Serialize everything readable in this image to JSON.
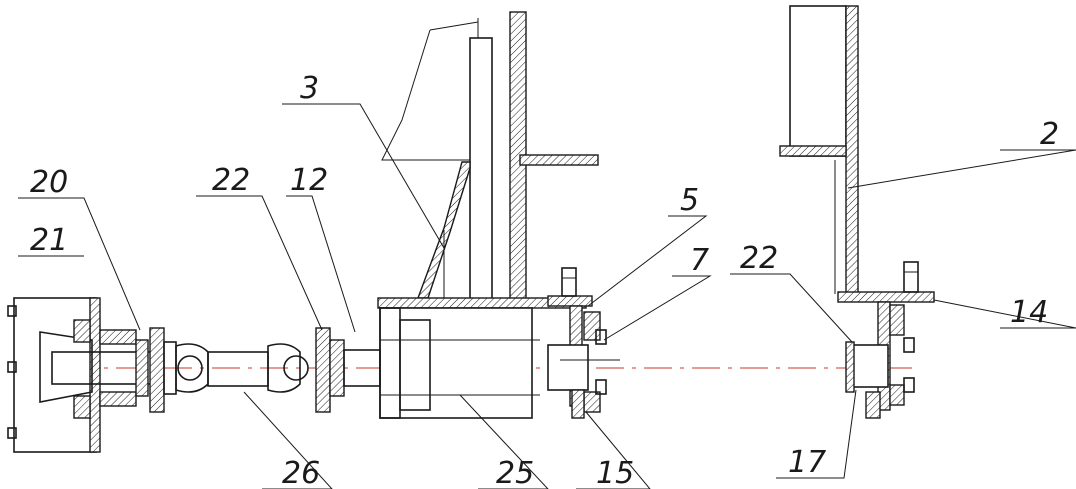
{
  "callouts": [
    {
      "id": "c20",
      "text": "20"
    },
    {
      "id": "c21",
      "text": "21"
    },
    {
      "id": "c22a",
      "text": "22"
    },
    {
      "id": "c12",
      "text": "12"
    },
    {
      "id": "c3",
      "text": "3"
    },
    {
      "id": "c5",
      "text": "5"
    },
    {
      "id": "c7",
      "text": "7"
    },
    {
      "id": "c22b",
      "text": "22"
    },
    {
      "id": "c2",
      "text": "2"
    },
    {
      "id": "c14",
      "text": "14"
    },
    {
      "id": "c17",
      "text": "17"
    },
    {
      "id": "c15",
      "text": "15"
    },
    {
      "id": "c25",
      "text": "25"
    },
    {
      "id": "c26",
      "text": "26"
    }
  ],
  "colors": {
    "line": "#1a1a1a",
    "axis": "#c0392b",
    "paper": "#ffffff"
  }
}
